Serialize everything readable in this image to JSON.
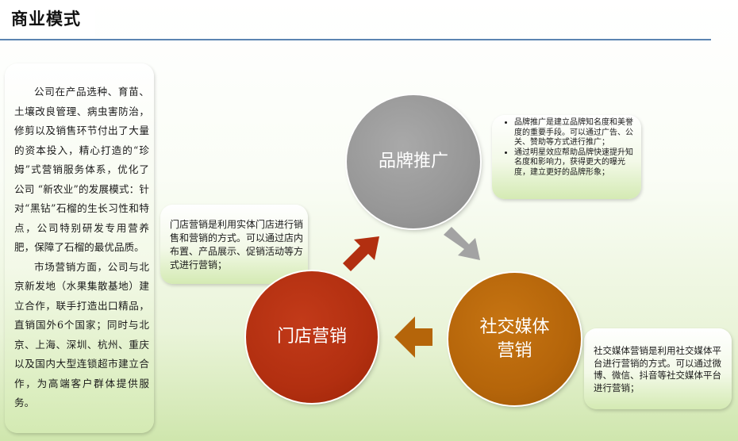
{
  "header": {
    "title": "商业模式"
  },
  "left_panel": {
    "paragraphs": [
      "公司在产品选种、育苗、土壤改良管理、病虫害防治，修剪以及销售环节付出了大量的资本投入，精心打造的“珍姆”式营销服务体系，优化了公司 “新农业”的发展模式：针对“黑钻”石榴的生长习性和特点，公司特别研发专用营养肥，保障了石榴的最优品质。",
      "市场营销方面，公司与北京新发地（水果集散基地）建立合作，联手打造出口精品，直销国外6个国家；同时与北京、上海、深圳、杭州、重庆以及国内大型连锁超市建立合作，为高端客户群体提供服务。"
    ]
  },
  "cycle": {
    "brand": {
      "label": "品牌推广",
      "color": "#979797"
    },
    "social": {
      "label_line1": "社交媒体",
      "label_line2": "营销",
      "color": "#b5650a"
    },
    "store": {
      "label": "门店营销",
      "color": "#b22f10"
    }
  },
  "arrows": {
    "brand_to_social": "#a3a3a3",
    "social_to_store": "#b5650a",
    "store_to_brand": "#b22f10"
  },
  "brand_box": {
    "bullets": [
      "品牌推广是建立品牌知名度和美誉度的重要手段。可以通过广告、公关、赞助等方式进行推广；",
      "通过明星效应帮助品牌快速提升知名度和影响力，获得更大的曝光度，建立更好的品牌形象；"
    ]
  },
  "store_box": {
    "text": "门店营销是利用实体门店进行销售和营销的方式。可以通过店内布置、产品展示、促销活动等方式进行营销；"
  },
  "social_box": {
    "text": "社交媒体营销是利用社交媒体平台进行营销的方式。可以通过微博、微信、抖音等社交媒体平台进行营销；"
  }
}
